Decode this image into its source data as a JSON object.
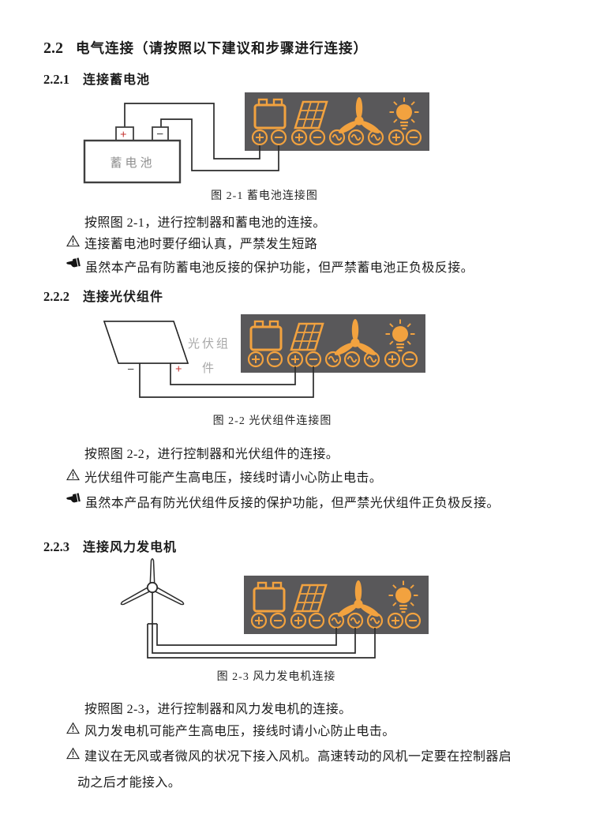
{
  "colors": {
    "accent": "#F2A23F",
    "panel": "#59585A",
    "wire": "#2B2B2B",
    "ink": "#1B1B1B",
    "red": "#C43431",
    "labelgray": "#8F8F8F",
    "lightgray": "#A8A8A8"
  },
  "icons": {
    "warning": "triangle-exclamation",
    "note": "pointing-hand",
    "panel_icons": [
      "battery",
      "solar-panel",
      "wind-turbine",
      "lamp"
    ],
    "panel_terminals": [
      "plus",
      "minus",
      "plus",
      "minus",
      "ac",
      "ac",
      "ac",
      "plus",
      "minus"
    ]
  },
  "section": {
    "number": "2.2",
    "title": "电气连接（请按照以下建议和步骤进行连接）"
  },
  "subsections": [
    {
      "number": "2.2.1",
      "title": "连接蓄电池",
      "figure": {
        "caption": "图 2-1 蓄电池连接图",
        "device": "蓄电池",
        "plus": "+",
        "minus": "−"
      },
      "paragraph": "按照图 2-1，进行控制器和蓄电池的连接。",
      "warning": "连接蓄电池时要仔细认真，严禁发生短路",
      "note": "虽然本产品有防蓄电池反接的保护功能，但严禁蓄电池正负极反接。"
    },
    {
      "number": "2.2.2",
      "title": "连接光伏组件",
      "figure": {
        "caption": "图 2-2 光伏组件连接图",
        "device_line1": "光伏组",
        "device_line2": "件",
        "plus": "+",
        "minus": "−"
      },
      "paragraph": "按照图 2-2，进行控制器和光伏组件的连接。",
      "warning": "光伏组件可能产生高电压，接线时请小心防止电击。",
      "note": "虽然本产品有防光伏组件反接的保护功能，但严禁光伏组件正负极反接。"
    },
    {
      "number": "2.2.3",
      "title": "连接风力发电机",
      "figure": {
        "caption": "图 2-3 风力发电机连接"
      },
      "paragraph": "按照图 2-3，进行控制器和风力发电机的连接。",
      "warning": "风力发电机可能产生高电压，接线时请小心防止电击。",
      "warning2": "建议在无风或者微风的状况下接入风机。高速转动的风机一定要在控制器启",
      "warning2_cont": "动之后才能接入。"
    }
  ]
}
